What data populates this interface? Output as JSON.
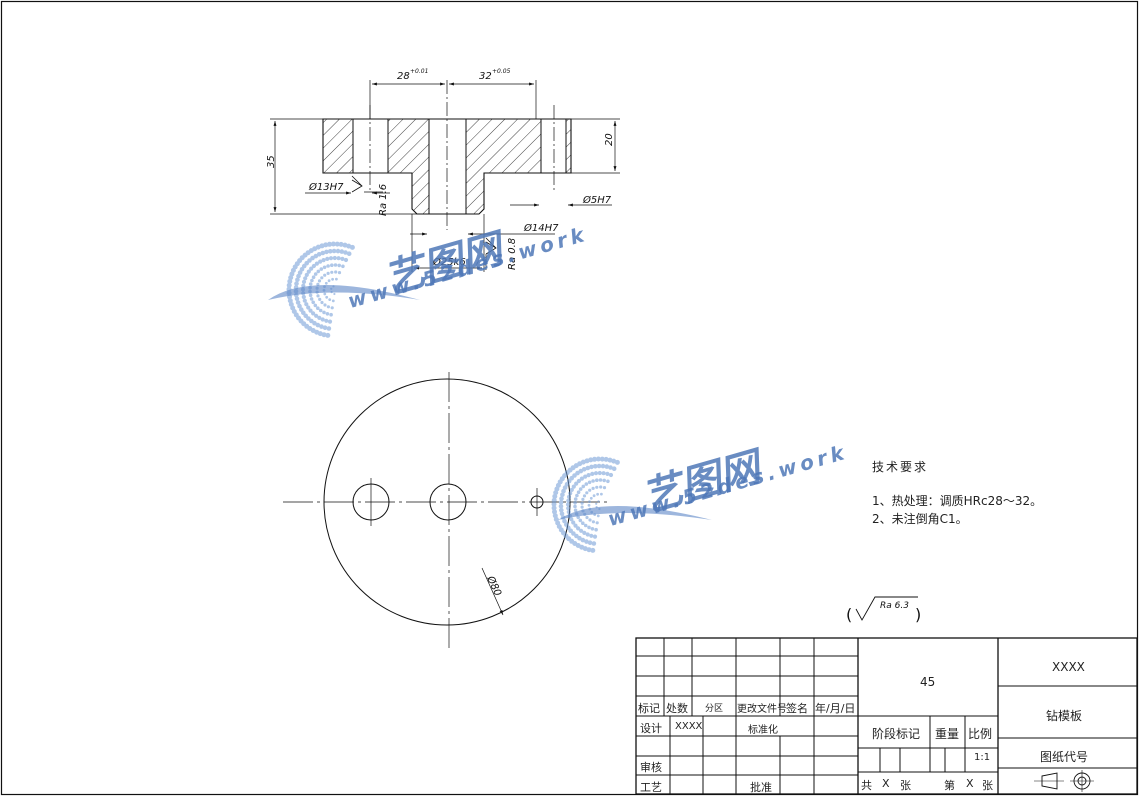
{
  "dimensions": {
    "d28": "28",
    "d28_tol": "+0.01",
    "d32": "32",
    "d32_tol": "+0.05",
    "d35": "35",
    "d20": "20",
    "phi13": "Ø13H7",
    "phi5": "Ø5H7",
    "phi14": "Ø14H7",
    "phi25": "Ø25k6",
    "ra16": "Ra 1.6",
    "ra08": "Ra 0.8",
    "d80": "Ø80",
    "ra63": "Ra 6.3",
    "open_paren": "(",
    "close_paren": ")"
  },
  "tech_requirements": {
    "title": "技术要求",
    "items": [
      "1、热处理：调质HRc28～32。",
      "2、未注倒角C1。"
    ]
  },
  "title_block": {
    "material": "45",
    "company": "XXXX",
    "part_name": "钻模板",
    "drawing_no_label": "图纸代号",
    "headers": [
      "标记",
      "处数",
      "分区",
      "更改文件号",
      "签名",
      "年/月/日"
    ],
    "design_label": "设计",
    "designer": "XXXX",
    "standardize_label": "标准化",
    "review_label": "审核",
    "process_label": "工艺",
    "approve_label": "批准",
    "stage_label": "阶段标记",
    "weight_label": "重量",
    "scale_label": "比例",
    "scale": "1:1",
    "total_label": "共",
    "sheet_unit": "张",
    "x1": "X",
    "of_label": "第",
    "x2": "X"
  },
  "watermark": {
    "brand": "艺图网",
    "url": "www.52des.work"
  }
}
